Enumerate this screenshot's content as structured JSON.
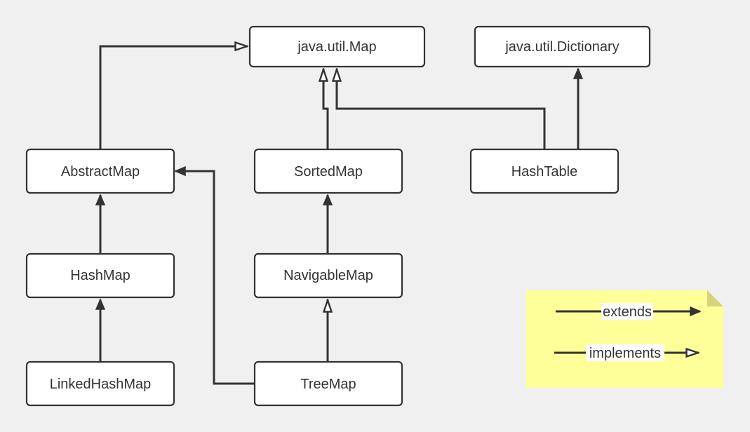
{
  "diagram": {
    "colors": {
      "background": "#f0f0f0",
      "node_fill": "#ffffff",
      "stroke": "#333333",
      "note_fill": "#ffff99",
      "note_fold": "#d4d47a"
    },
    "nodes": {
      "map": "java.util.Map",
      "dictionary": "java.util.Dictionary",
      "abstract_map": "AbstractMap",
      "sorted_map": "SortedMap",
      "hash_table": "HashTable",
      "hash_map": "HashMap",
      "navigable_map": "NavigableMap",
      "linked_hash_map": "LinkedHashMap",
      "tree_map": "TreeMap"
    },
    "legend": {
      "extends": "extends",
      "implements": "implements"
    }
  }
}
